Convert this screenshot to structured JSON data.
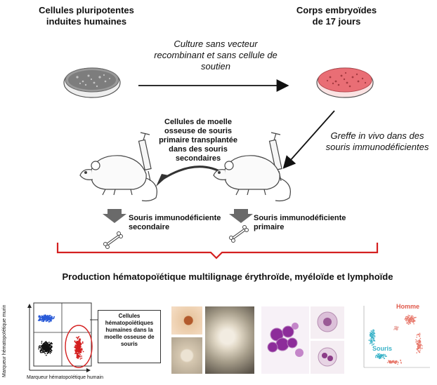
{
  "ipsc_title": "Cellules pluripotentes induites humaines",
  "eb_title": "Corps embryoïdes de 17 jours",
  "culture_text": "Culture sans vecteur recombinant et sans cellule de soutien",
  "graft_prefix": "Greffe",
  "graft_rest": " in vivo dans des souris immunodéficientes",
  "bone_marrow_text": "Cellules de moelle osseuse de souris primaire transplantée dans des souris secondaires",
  "mouse_secondary": "Souris immunodéficiente secondaire",
  "mouse_primary": "Souris immunodéficiente primaire",
  "production_text": "Production hématopoïétique multilignage érythroïde, myéloïde et lymphoïde",
  "flow": {
    "y_axis": "Marqueur hématopoïétique murin",
    "x_axis": "Marqueur hématopoïétique humain",
    "callout": "Cellules hématopoïétiques humaines dans la moelle osseuse de souris"
  },
  "umap": {
    "label_homme": "Homme",
    "label_souris": "Souris"
  },
  "colors": {
    "red": "#d42020",
    "blue": "#2a5bd8",
    "teal": "#3ab3c8",
    "salmon": "#e87b6e"
  }
}
